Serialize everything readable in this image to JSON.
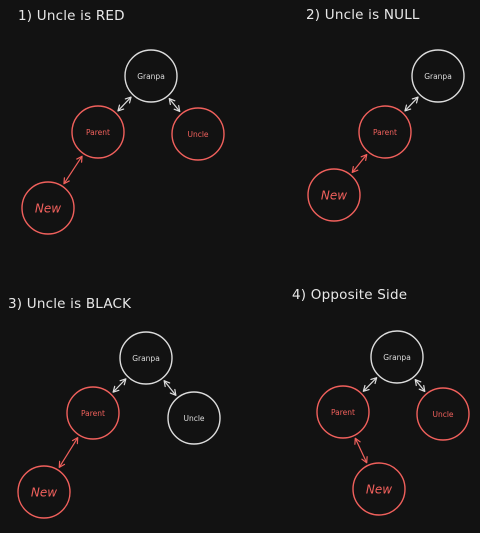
{
  "colors": {
    "background": "#121212",
    "red": "#f0605c",
    "black_node": "#dcdcdc",
    "text": "#e8e8e8"
  },
  "cases": [
    {
      "title": "1) Uncle is RED",
      "nodes": {
        "grandpa": {
          "label": "Granpa",
          "color": "black"
        },
        "parent": {
          "label": "Parent",
          "color": "red"
        },
        "uncle": {
          "label": "Uncle",
          "color": "red"
        },
        "new": {
          "label": "New",
          "color": "red"
        }
      }
    },
    {
      "title": "2) Uncle is NULL",
      "nodes": {
        "grandpa": {
          "label": "Granpa",
          "color": "black"
        },
        "parent": {
          "label": "Parent",
          "color": "red"
        },
        "new": {
          "label": "New",
          "color": "red"
        }
      }
    },
    {
      "title": "3) Uncle is BLACK",
      "nodes": {
        "grandpa": {
          "label": "Granpa",
          "color": "black"
        },
        "parent": {
          "label": "Parent",
          "color": "red"
        },
        "uncle": {
          "label": "Uncle",
          "color": "black"
        },
        "new": {
          "label": "New",
          "color": "red"
        }
      }
    },
    {
      "title": "4) Opposite Side",
      "nodes": {
        "grandpa": {
          "label": "Granpa",
          "color": "black"
        },
        "parent": {
          "label": "Parent",
          "color": "red"
        },
        "uncle": {
          "label": "Uncle",
          "color": "red"
        },
        "new": {
          "label": "New",
          "color": "red"
        }
      }
    }
  ]
}
